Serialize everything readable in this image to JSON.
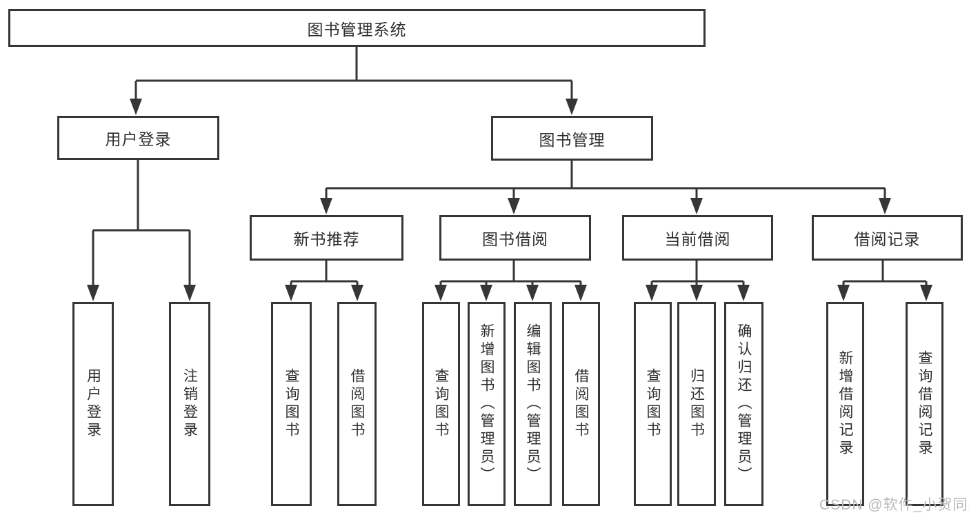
{
  "diagram_type": "hierarchy-tree",
  "colors": {
    "line": "#363636",
    "box_border": "#363636",
    "text": "#2e2e2e",
    "background": "#ffffff",
    "watermark": "#b9b9b9"
  },
  "tree": {
    "label": "图书管理系统",
    "children": [
      {
        "label": "用户登录",
        "children": [
          {
            "label": "用户登录"
          },
          {
            "label": "注销登录"
          }
        ]
      },
      {
        "label": "图书管理",
        "children": [
          {
            "label": "新书推荐",
            "children": [
              {
                "label": "查询图书"
              },
              {
                "label": "借阅图书"
              }
            ]
          },
          {
            "label": "图书借阅",
            "children": [
              {
                "label": "查询图书"
              },
              {
                "label": "新增图书（管理员）"
              },
              {
                "label": "编辑图书（管理员）"
              },
              {
                "label": "借阅图书"
              }
            ]
          },
          {
            "label": "当前借阅",
            "children": [
              {
                "label": "查询图书"
              },
              {
                "label": "归还图书"
              },
              {
                "label": "确认归还（管理员）"
              }
            ]
          },
          {
            "label": "借阅记录",
            "children": [
              {
                "label": "新增借阅记录"
              },
              {
                "label": "查询借阅记录"
              }
            ]
          }
        ]
      }
    ]
  },
  "watermark": {
    "text": "CSDN @软件_小贺同学"
  }
}
